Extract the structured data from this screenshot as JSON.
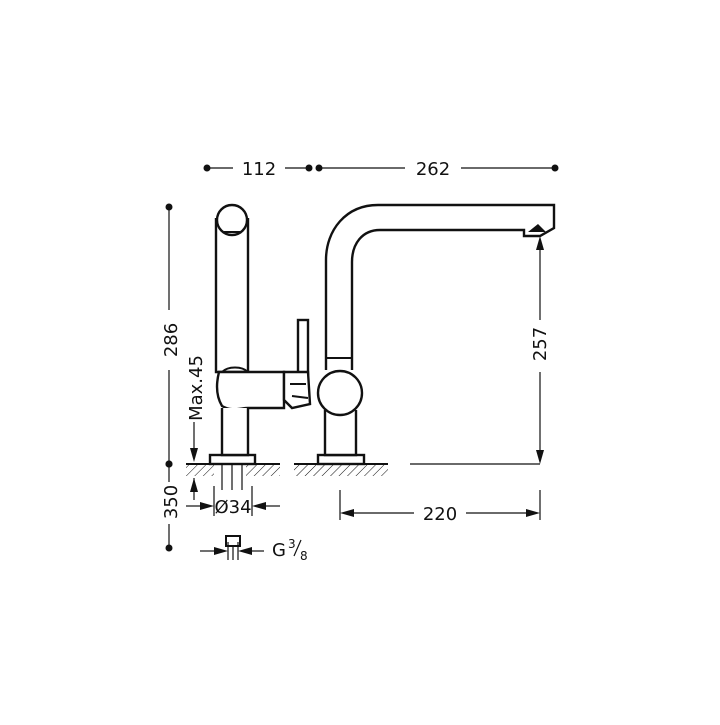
{
  "dimensions": {
    "top_left_width": "112",
    "top_right_width": "262",
    "total_height": "286",
    "max_deck_thickness": "Max.45",
    "spout_height": "257",
    "hose_length": "350",
    "hole_diameter": "Ø34",
    "spout_reach": "220",
    "thread_label": "G",
    "thread_fraction_num": "3",
    "thread_fraction_den": "8"
  },
  "colors": {
    "line": "#111111",
    "background": "#ffffff"
  }
}
